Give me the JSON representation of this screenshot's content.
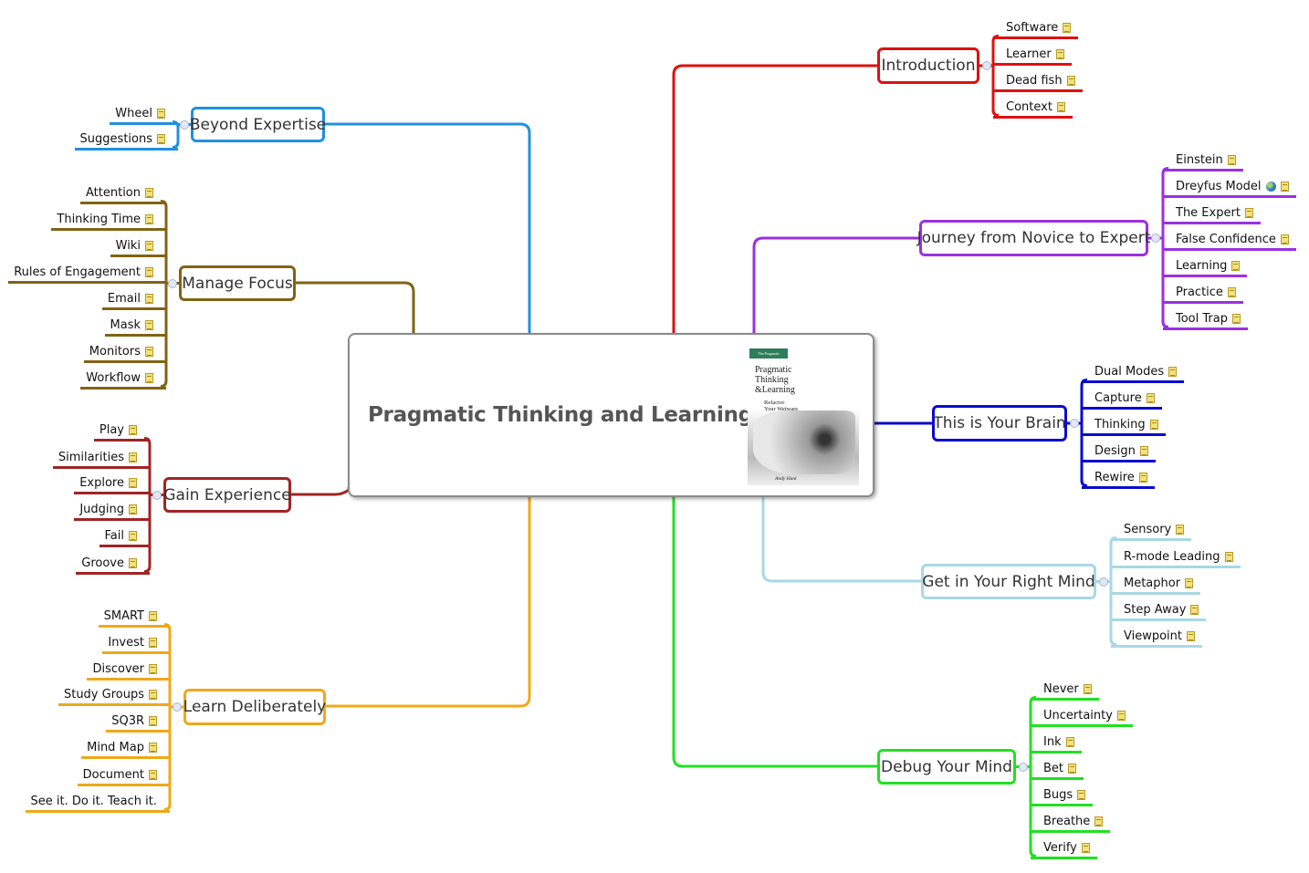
{
  "central": {
    "title": "Pragmatic Thinking and Learning",
    "icons": [
      "note-icon"
    ],
    "cover": {
      "publisher": "The Pragmatic Programmers",
      "title_lines": [
        "Pragmatic",
        "Thinking",
        "&Learning"
      ],
      "subtitle_lines": [
        "Refactor",
        "Your Wetware"
      ],
      "author": "Andy Hunt"
    }
  },
  "branches": [
    {
      "label": "Introduction",
      "color": "#e01010",
      "side": "right",
      "children": [
        {
          "label": "Software",
          "icons": [
            "note"
          ]
        },
        {
          "label": "Learner",
          "icons": [
            "note"
          ]
        },
        {
          "label": "Dead fish",
          "icons": [
            "note"
          ]
        },
        {
          "label": "Context",
          "icons": [
            "note"
          ]
        }
      ]
    },
    {
      "label": "Journey from Novice to Expert",
      "color": "#9b30e0",
      "side": "right",
      "children": [
        {
          "label": "Einstein",
          "icons": [
            "note"
          ]
        },
        {
          "label": "Dreyfus Model",
          "icons": [
            "globe",
            "note"
          ]
        },
        {
          "label": "The Expert",
          "icons": [
            "note"
          ]
        },
        {
          "label": "False Confidence",
          "icons": [
            "note"
          ]
        },
        {
          "label": "Learning",
          "icons": [
            "note"
          ]
        },
        {
          "label": "Practice",
          "icons": [
            "note"
          ]
        },
        {
          "label": "Tool Trap",
          "icons": [
            "note"
          ]
        }
      ]
    },
    {
      "label": "This is Your Brain",
      "color": "#0a0ad0",
      "side": "right",
      "children": [
        {
          "label": "Dual Modes",
          "icons": [
            "note"
          ]
        },
        {
          "label": "Capture",
          "icons": [
            "note"
          ]
        },
        {
          "label": "Thinking",
          "icons": [
            "note"
          ]
        },
        {
          "label": "Design",
          "icons": [
            "note"
          ]
        },
        {
          "label": "Rewire",
          "icons": [
            "note"
          ]
        }
      ]
    },
    {
      "label": "Get in Your Right Mind",
      "color": "#a8d8e4",
      "side": "right",
      "children": [
        {
          "label": "Sensory",
          "icons": [
            "note"
          ]
        },
        {
          "label": "R-mode Leading",
          "icons": [
            "note"
          ]
        },
        {
          "label": "Metaphor",
          "icons": [
            "note"
          ]
        },
        {
          "label": "Step Away",
          "icons": [
            "note"
          ]
        },
        {
          "label": "Viewpoint",
          "icons": [
            "note"
          ]
        }
      ]
    },
    {
      "label": "Debug Your Mind",
      "color": "#22e022",
      "side": "right",
      "children": [
        {
          "label": "Never",
          "icons": [
            "note"
          ]
        },
        {
          "label": "Uncertainty",
          "icons": [
            "note"
          ]
        },
        {
          "label": "Ink",
          "icons": [
            "note"
          ]
        },
        {
          "label": "Bet",
          "icons": [
            "note"
          ]
        },
        {
          "label": "Bugs",
          "icons": [
            "note"
          ]
        },
        {
          "label": "Breathe",
          "icons": [
            "note"
          ]
        },
        {
          "label": "Verify",
          "icons": [
            "note"
          ]
        }
      ]
    },
    {
      "label": "Beyond Expertise",
      "color": "#2090e0",
      "side": "left",
      "children": [
        {
          "label": "Wheel",
          "icons": [
            "note"
          ]
        },
        {
          "label": "Suggestions",
          "icons": [
            "note"
          ]
        }
      ]
    },
    {
      "label": "Manage Focus",
      "color": "#806414",
      "side": "left",
      "children": [
        {
          "label": "Attention",
          "icons": [
            "note"
          ]
        },
        {
          "label": "Thinking Time",
          "icons": [
            "note"
          ]
        },
        {
          "label": "Wiki",
          "icons": [
            "note"
          ]
        },
        {
          "label": "Rules of Engagement",
          "icons": [
            "note"
          ]
        },
        {
          "label": "Email",
          "icons": [
            "note"
          ]
        },
        {
          "label": "Mask",
          "icons": [
            "note"
          ]
        },
        {
          "label": "Monitors",
          "icons": [
            "note"
          ]
        },
        {
          "label": "Workflow",
          "icons": [
            "note"
          ]
        }
      ]
    },
    {
      "label": "Gain Experience",
      "color": "#a02424",
      "side": "left",
      "children": [
        {
          "label": "Play",
          "icons": [
            "note"
          ]
        },
        {
          "label": "Similarities",
          "icons": [
            "note"
          ]
        },
        {
          "label": "Explore",
          "icons": [
            "note"
          ]
        },
        {
          "label": "Judging",
          "icons": [
            "note"
          ]
        },
        {
          "label": "Fail",
          "icons": [
            "note"
          ]
        },
        {
          "label": "Groove",
          "icons": [
            "note"
          ]
        }
      ]
    },
    {
      "label": "Learn Deliberately",
      "color": "#f0a818",
      "side": "left",
      "children": [
        {
          "label": "SMART",
          "icons": [
            "note"
          ]
        },
        {
          "label": "Invest",
          "icons": [
            "note"
          ]
        },
        {
          "label": "Discover",
          "icons": [
            "note"
          ]
        },
        {
          "label": "Study Groups",
          "icons": [
            "note"
          ]
        },
        {
          "label": "SQ3R",
          "icons": [
            "note"
          ]
        },
        {
          "label": "Mind Map",
          "icons": [
            "note"
          ]
        },
        {
          "label": "Document",
          "icons": [
            "note"
          ]
        },
        {
          "label": "See it. Do it. Teach it.",
          "icons": []
        }
      ]
    }
  ]
}
